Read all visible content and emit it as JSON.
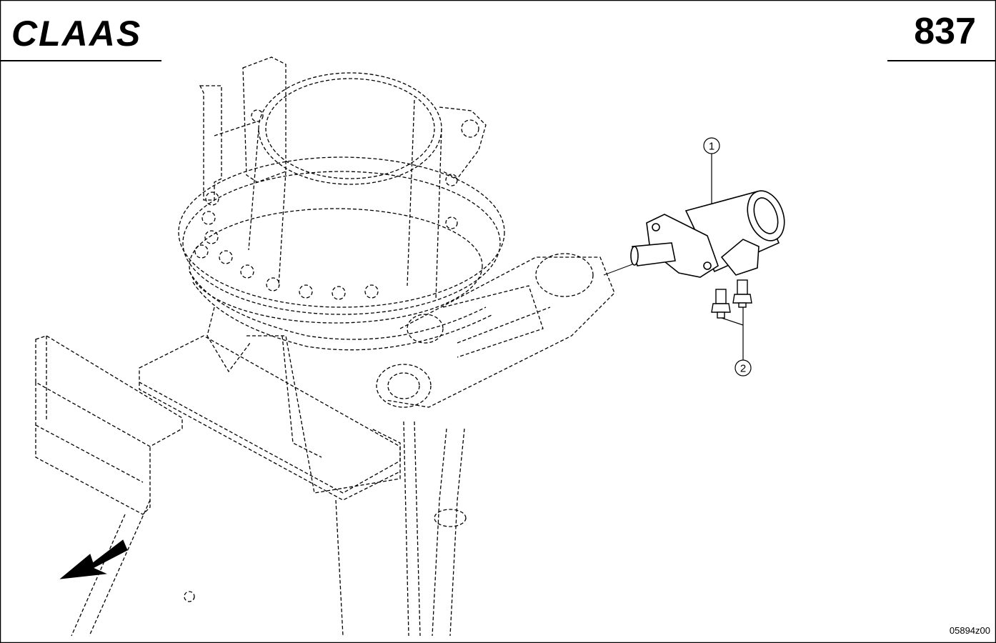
{
  "header": {
    "brand": "CLAAS",
    "page_number": "837"
  },
  "callouts": [
    {
      "label": "1",
      "part": "hydraulic-cylinder"
    },
    {
      "label": "2",
      "part": "fittings"
    }
  ],
  "footer": {
    "figure_code": "05894z00"
  },
  "colors": {
    "ink": "#000000",
    "paper": "#ffffff"
  }
}
